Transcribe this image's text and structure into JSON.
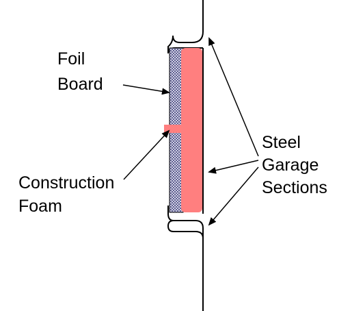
{
  "diagram": {
    "labels": {
      "foil_board": [
        "Foil",
        "Board"
      ],
      "construction_foam": [
        "Construction",
        "Foam"
      ],
      "steel_sections": [
        "Steel",
        "Garage",
        "Sections"
      ]
    },
    "colors": {
      "foam_fill": "#ff7f7f",
      "foil_hatch": "#2f2f6f",
      "foil_background": "#e8e8f4",
      "line": "#000000",
      "background": "#ffffff"
    }
  }
}
